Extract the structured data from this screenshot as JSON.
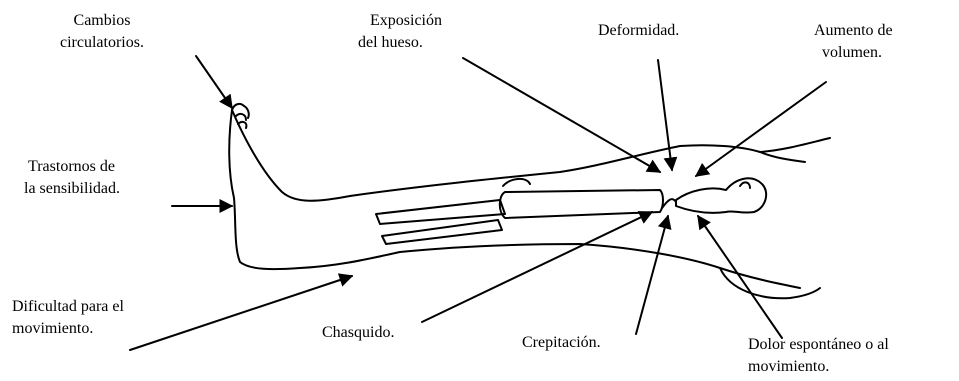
{
  "labels": {
    "cambios": [
      "Cambios",
      "circulatorios."
    ],
    "exposicion": [
      "Exposición",
      "del hueso."
    ],
    "deformidad": [
      "Deformidad."
    ],
    "aumento": [
      "Aumento de",
      "volumen."
    ],
    "trastornos": [
      "Trastornos de",
      "la sensibilidad."
    ],
    "dificultad": [
      "Dificultad para el",
      "movimiento."
    ],
    "chasquido": [
      "Chasquido."
    ],
    "crepitacion": [
      "Crepitación."
    ],
    "dolor": [
      "Dolor espontáneo o al",
      "movimiento."
    ]
  },
  "colors": {
    "ink": "#000000",
    "background": "#ffffff"
  }
}
